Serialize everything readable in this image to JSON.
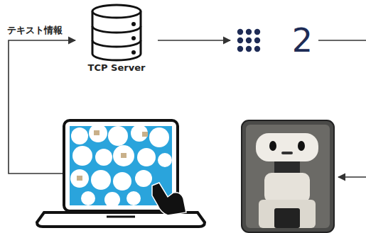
{
  "diagram": {
    "nodes": [
      {
        "text": [
          "TCP Server"
        ]
      },
      {
        "text": [
          "2"
        ]
      }
    ],
    "edges": [
      {
        "from": 0,
        "to": 1,
        "arrow": "to"
      }
    ],
    "labels": [
      "テキスト情報"
    ]
  }
}
